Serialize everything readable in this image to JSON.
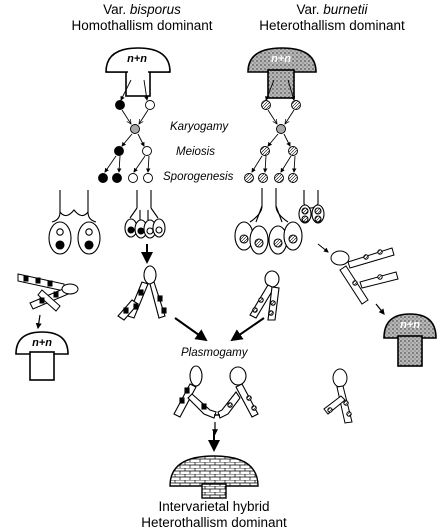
{
  "header_left": {
    "line1_prefix": "Var. ",
    "line1_italic": "bisporus",
    "line2": "Homothallism dominant"
  },
  "header_right": {
    "line1_prefix": "Var. ",
    "line1_italic": "burnetii",
    "line2": "Heterothallism dominant"
  },
  "steps": {
    "karyogamy": "Karyogamy",
    "meiosis": "Meiosis",
    "sporogenesis": "Sporogenesis",
    "plasmogamy": "Plasmogamy"
  },
  "cap_label": "n+n",
  "footer": {
    "line1": "Intervarietal hybrid",
    "line2": "Heterothallism dominant"
  },
  "colors": {
    "ink": "#000000",
    "stipple": "#9a9a9a",
    "grey_nucleus": "#a8a8a8",
    "paper": "#ffffff"
  }
}
